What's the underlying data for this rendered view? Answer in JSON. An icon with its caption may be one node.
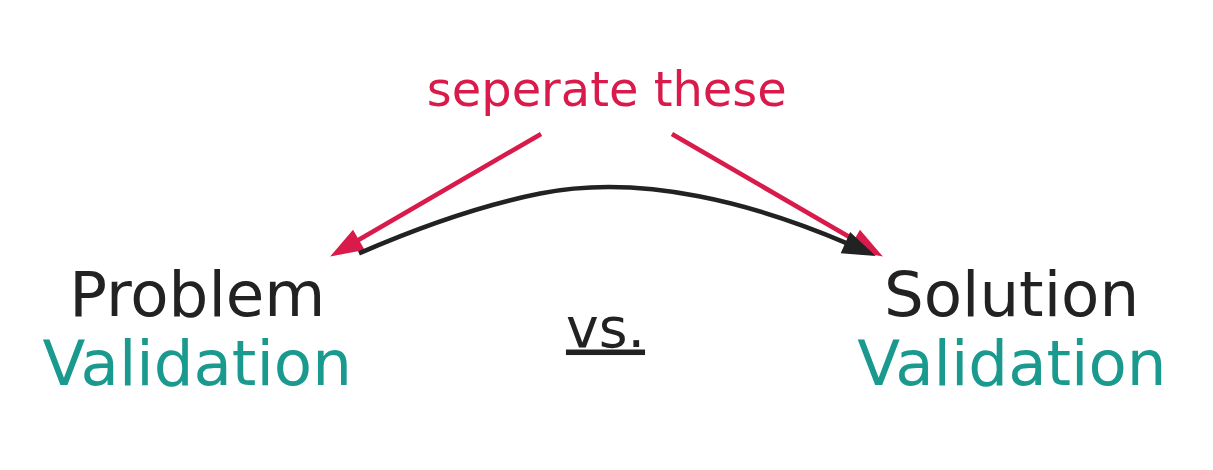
{
  "diagram": {
    "nodes": [
      {
        "text": [
          "seperate these"
        ]
      },
      {
        "text": [
          "Problem",
          "Validation"
        ]
      },
      {
        "text": [
          "Solution",
          "Validation"
        ]
      }
    ],
    "edges": [
      {
        "from": 0,
        "to": 1,
        "arrow": "to",
        "color": "#d81b4a"
      },
      {
        "from": 0,
        "to": 2,
        "arrow": "to",
        "color": "#d81b4a"
      },
      {
        "from": 1,
        "to": 2,
        "arrow": "to",
        "color": "#222222"
      }
    ],
    "labels": [
      "vs."
    ]
  }
}
